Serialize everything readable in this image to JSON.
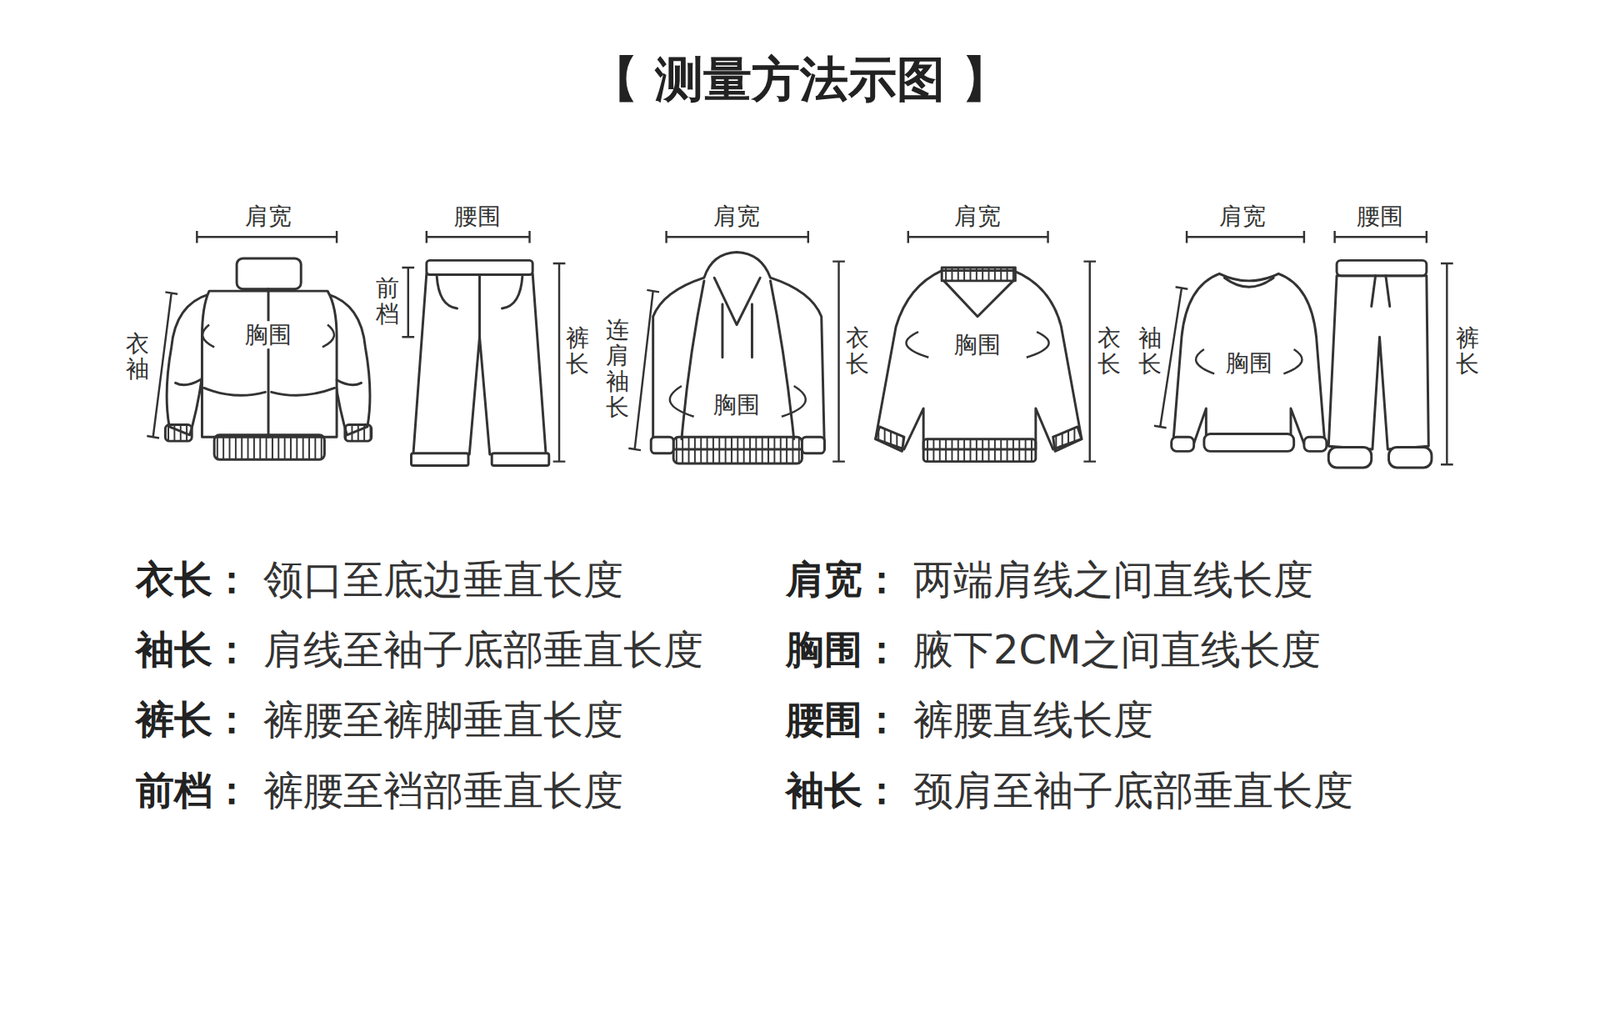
{
  "diagram": {
    "title": "【 测量方法示图 】",
    "labels": [
      "肩宽",
      "衣袖",
      "胸围",
      "腰围",
      "前档",
      "裤长",
      "肩宽",
      "连肩袖长",
      "胸围",
      "衣长",
      "肩宽",
      "胸围",
      "衣长",
      "肩宽",
      "袖长",
      "胸围",
      "腰围",
      "裤长",
      "衣长：",
      "领口至底边垂直长度",
      "肩宽：",
      "两端肩线之间直线长度",
      "袖长：",
      "肩线至袖子底部垂直长度",
      "胸围：",
      "腋下2CM之间直线长度",
      "裤长：",
      "裤腰至裤脚垂直长度",
      "腰围：",
      "裤腰直线长度",
      "前档：",
      "裤腰至裆部垂直长度",
      "袖长：",
      "颈肩至袖子底部垂直长度"
    ]
  }
}
